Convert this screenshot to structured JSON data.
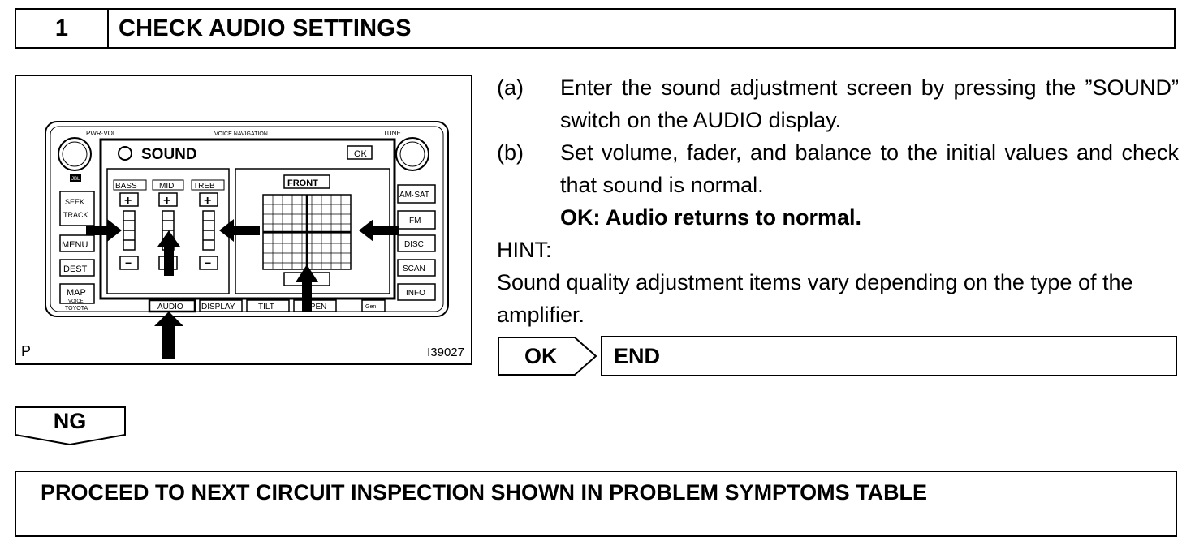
{
  "header": {
    "step_number": "1",
    "title": "CHECK AUDIO SETTINGS"
  },
  "figure": {
    "ref_left": "P",
    "ref_id": "I39027",
    "screen": {
      "top_left_label": "PWR·VOL",
      "top_center_label": "VOICE NAVIGATION",
      "top_right_label": "TUNE",
      "title": "SOUND",
      "ok_label": "OK",
      "bass": "BASS",
      "mid": "MID",
      "treb": "TREB",
      "plus": "+",
      "minus": "−",
      "front": "FRONT",
      "left_buttons": [
        "MENU",
        "DEST",
        "MAP"
      ],
      "seek_top": "SEEK",
      "seek_bottom": "TRACK",
      "voice_label": "VOICE",
      "brand": "TOYOTA",
      "jbl": "JBL",
      "right_buttons": [
        "AM·SAT",
        "FM",
        "DISC",
        "SCAN",
        "INFO"
      ],
      "tabs": [
        "AUDIO",
        "DISPLAY",
        "TILT",
        "OPEN"
      ],
      "off_label": "Gen"
    }
  },
  "instructions": {
    "a_label": "(a)",
    "a_text": "Enter the sound adjustment screen by pressing the ”SOUND” switch on the AUDIO display.",
    "b_label": "(b)",
    "b_text": "Set volume, fader, and balance to the initial values and check that sound is normal.",
    "ok_result": "OK: Audio returns to normal.",
    "hint_label": "HINT:",
    "hint_text": "Sound quality adjustment items vary depending on the type of the amplifier."
  },
  "ok_branch": {
    "label": "OK",
    "target": "END"
  },
  "ng_branch": {
    "label": "NG"
  },
  "proceed": {
    "text": "PROCEED TO NEXT CIRCUIT INSPECTION SHOWN IN PROBLEM SYMPTOMS TABLE"
  }
}
